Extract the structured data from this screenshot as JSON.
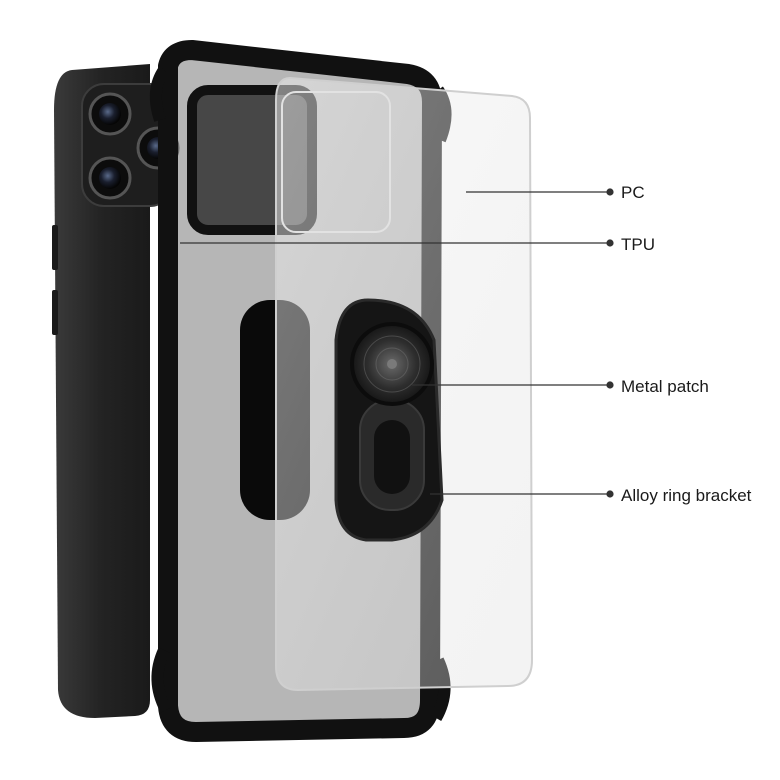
{
  "labels": {
    "pc": "PC",
    "tpu": "TPU",
    "metal_patch": "Metal patch",
    "alloy_ring_bracket": "Alloy ring bracket"
  },
  "colors": {
    "phone_body": "#2b2b2b",
    "bumper": "#111111",
    "leader_line": "#333333"
  }
}
